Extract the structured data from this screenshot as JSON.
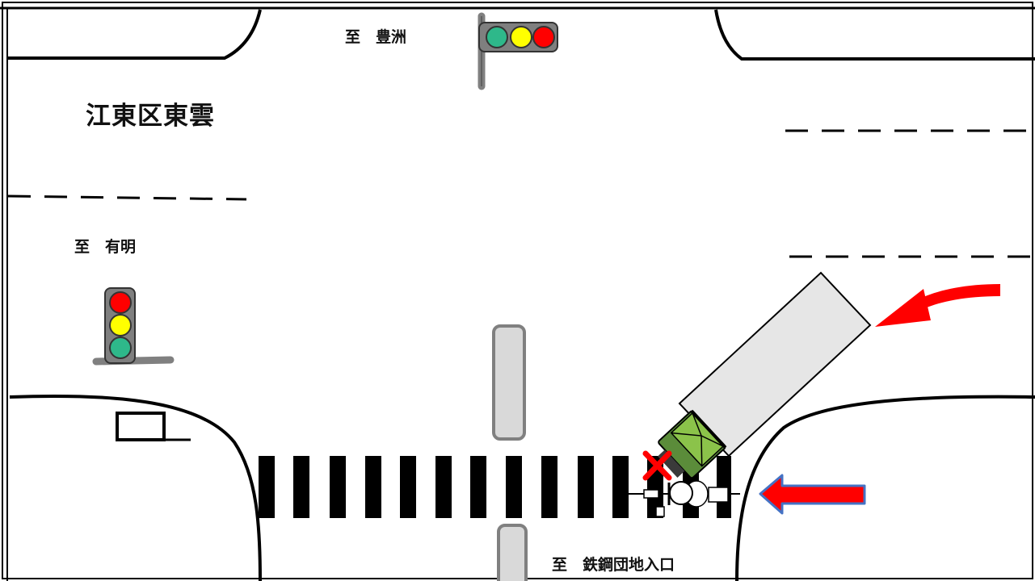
{
  "title": "江東区東雲",
  "directions": {
    "north": "至　豊洲",
    "west": "至　有明",
    "south": "至　鉄鋼団地入口"
  },
  "colors": {
    "signal_red": "#ff0000",
    "signal_yellow": "#ffff00",
    "signal_green": "#2eb88a",
    "truck_cab": "#6aa84f",
    "truck_cargo": "#e6e6e6",
    "arrow_red": "#ff0000",
    "arrow_blue_outline": "#4472c4",
    "impact_mark": "#ff0000",
    "median": "#d9d9d9"
  },
  "icons": {
    "signal": "traffic-light-icon",
    "impact": "x-mark-icon",
    "truck": "truck-icon",
    "bicycle": "bicycle-icon"
  }
}
